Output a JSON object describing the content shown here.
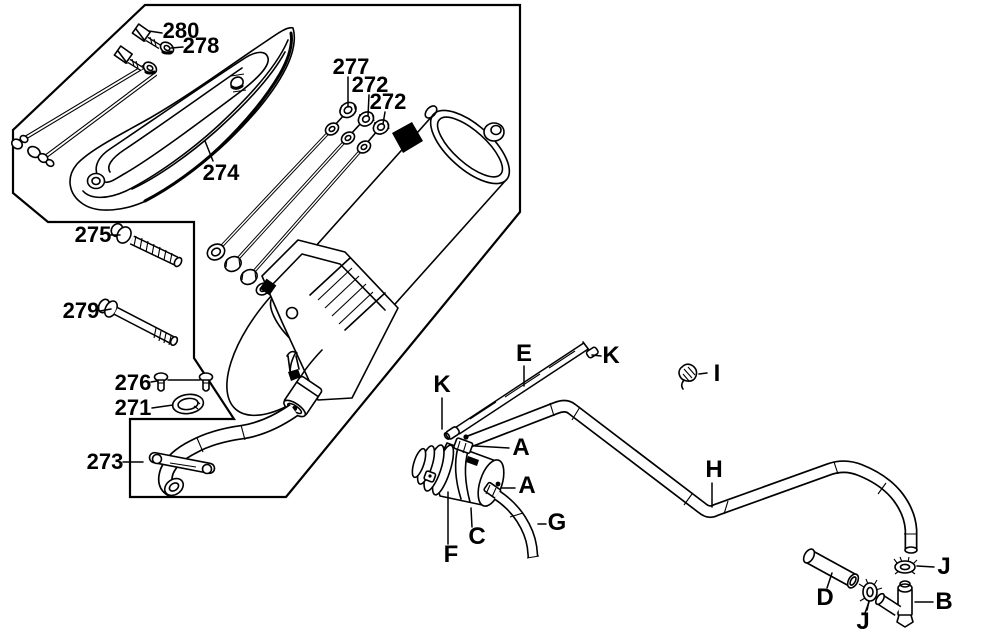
{
  "diagram": {
    "background": "#ffffff",
    "line_color": "#000000",
    "part_labels": [
      {
        "id": "280",
        "text": "280"
      },
      {
        "id": "278",
        "text": "278"
      },
      {
        "id": "277",
        "text": "277"
      },
      {
        "id": "272a",
        "text": "272"
      },
      {
        "id": "272b",
        "text": "272"
      },
      {
        "id": "274",
        "text": "274"
      },
      {
        "id": "275",
        "text": "275"
      },
      {
        "id": "279",
        "text": "279"
      },
      {
        "id": "276",
        "text": "276"
      },
      {
        "id": "271",
        "text": "271"
      },
      {
        "id": "273",
        "text": "273"
      }
    ],
    "ref_labels": [
      {
        "id": "E",
        "text": "E"
      },
      {
        "id": "K-right",
        "text": "K"
      },
      {
        "id": "K-left",
        "text": "K"
      },
      {
        "id": "I",
        "text": "I"
      },
      {
        "id": "A-top",
        "text": "A"
      },
      {
        "id": "A-mid",
        "text": "A"
      },
      {
        "id": "H",
        "text": "H"
      },
      {
        "id": "G",
        "text": "G"
      },
      {
        "id": "C",
        "text": "C"
      },
      {
        "id": "F",
        "text": "F"
      },
      {
        "id": "D",
        "text": "D"
      },
      {
        "id": "J-right",
        "text": "J"
      },
      {
        "id": "B",
        "text": "B"
      },
      {
        "id": "J-bottom",
        "text": "J"
      }
    ]
  }
}
